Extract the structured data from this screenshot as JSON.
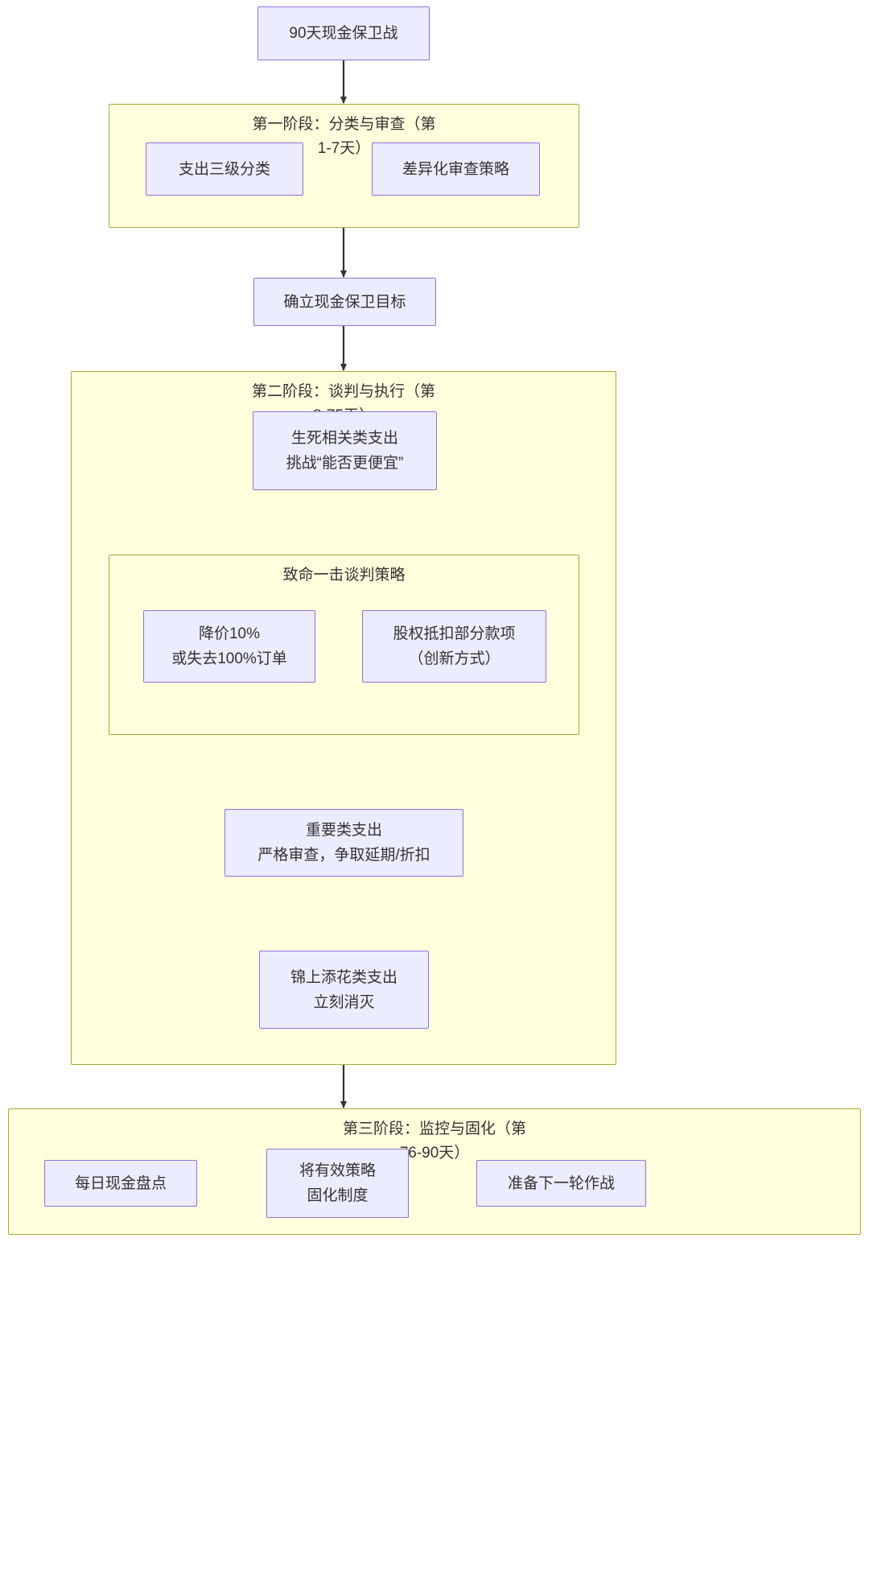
{
  "diagram": {
    "type": "flowchart",
    "direction": "top-down",
    "title_node": "90天现金保卫战",
    "theme": {
      "node_fill": "#ececff",
      "node_stroke": "#9370db",
      "group_fill": "#ffffde",
      "group_stroke": "#aaaa33",
      "edge_color": "#333333",
      "text_color": "#333333",
      "background": "#ffffff"
    },
    "nodes": {
      "root": "90天现金保卫战",
      "p1_classify": "支出三级分类",
      "p1_review": "差异化审查策略",
      "goal": "确立现金保卫目标",
      "p2_critical": "生死相关类支出\n挑战“能否更便宜”",
      "p2_discount": "降价10%\n或失去100%订单",
      "p2_equity": "股权抵扣部分款项\n（创新方式）",
      "p2_important": "重要类支出\n严格审查，争取延期/折扣",
      "p2_nice": "锦上添花类支出\n立刻消灭",
      "p3_daily": "每日现金盘点",
      "p3_system": "将有效策略\n固化制度",
      "p3_next": "准备下一轮作战"
    },
    "groups": {
      "phase1": "第一阶段：分类与审查（第\n1-7天）",
      "phase2": "第二阶段：谈判与执行（第\n8-75天）",
      "negotiation": "致命一击谈判策略",
      "phase3": "第三阶段：监控与固化（第\n76-90天）"
    },
    "edges": [
      {
        "from": "root",
        "to": "phase1"
      },
      {
        "from": "p1_classify",
        "to": "p1_review"
      },
      {
        "from": "phase1",
        "to": "goal"
      },
      {
        "from": "goal",
        "to": "phase2"
      },
      {
        "from": "p2_critical",
        "to": "negotiation"
      },
      {
        "from": "negotiation",
        "to": "p2_important"
      },
      {
        "from": "p2_important",
        "to": "p2_nice"
      },
      {
        "from": "phase2",
        "to": "phase3"
      },
      {
        "from": "p3_daily",
        "to": "p3_system"
      },
      {
        "from": "p3_system",
        "to": "p3_next"
      }
    ]
  }
}
